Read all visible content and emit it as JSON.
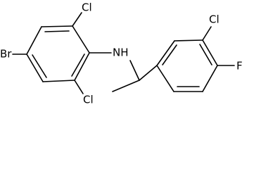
{
  "molecule": {
    "atoms": {
      "br": "Br",
      "cl_top": "Cl",
      "cl_bottom": "Cl",
      "nh": "NH",
      "cl_right": "Cl",
      "f": "F"
    }
  }
}
